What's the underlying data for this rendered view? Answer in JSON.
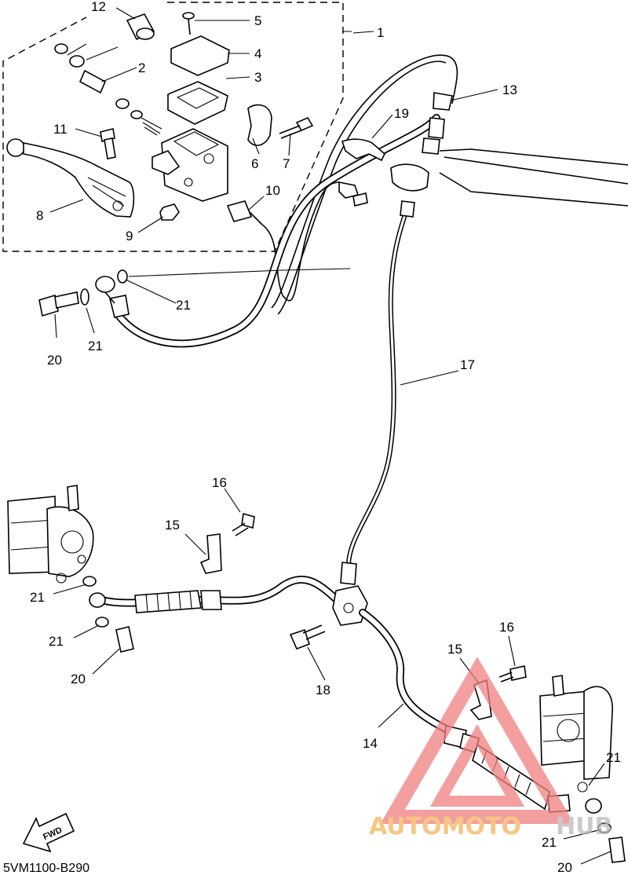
{
  "diagram_code": "5VM1100-B290",
  "fwd_label": "FWD",
  "watermark": {
    "text_part1": "AUTOMOTO",
    "text_part2": "HUB",
    "color_part1": "#f5b45a",
    "color_part2": "#b9b9b9",
    "logo_color": "#f08080"
  },
  "callouts": {
    "n1": "1",
    "n2": "2",
    "n3": "3",
    "n4": "4",
    "n5": "5",
    "n6": "6",
    "n7": "7",
    "n8": "8",
    "n9": "9",
    "n10": "10",
    "n11": "11",
    "n12": "12",
    "n13": "13",
    "n14": "14",
    "n15a": "15",
    "n15b": "15",
    "n16a": "16",
    "n16b": "16",
    "n17": "17",
    "n18": "18",
    "n19": "19",
    "n20a": "20",
    "n20b": "20",
    "n20c": "20",
    "n21a": "21",
    "n21b": "21",
    "n21c": "21",
    "n21d": "21",
    "n21e": "21",
    "n21f": "21"
  }
}
